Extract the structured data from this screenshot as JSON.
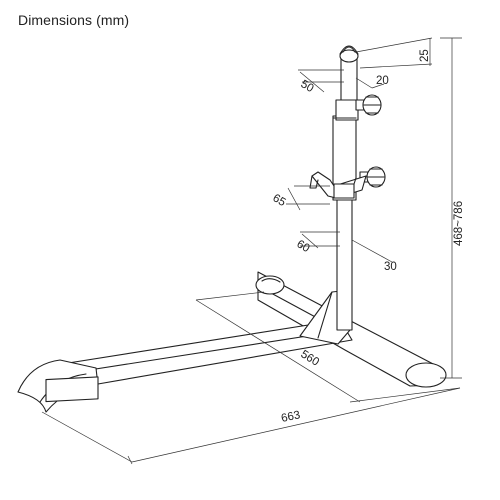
{
  "title": "Dimensions (mm)",
  "dimensions": {
    "top_offset": "25",
    "clamp_depth": "50",
    "clamp_width": "20",
    "bracket_depth": "65",
    "lower_depth": "60",
    "lower_width": "30",
    "height_range": "468~786",
    "base_depth": "560",
    "base_width": "663"
  }
}
